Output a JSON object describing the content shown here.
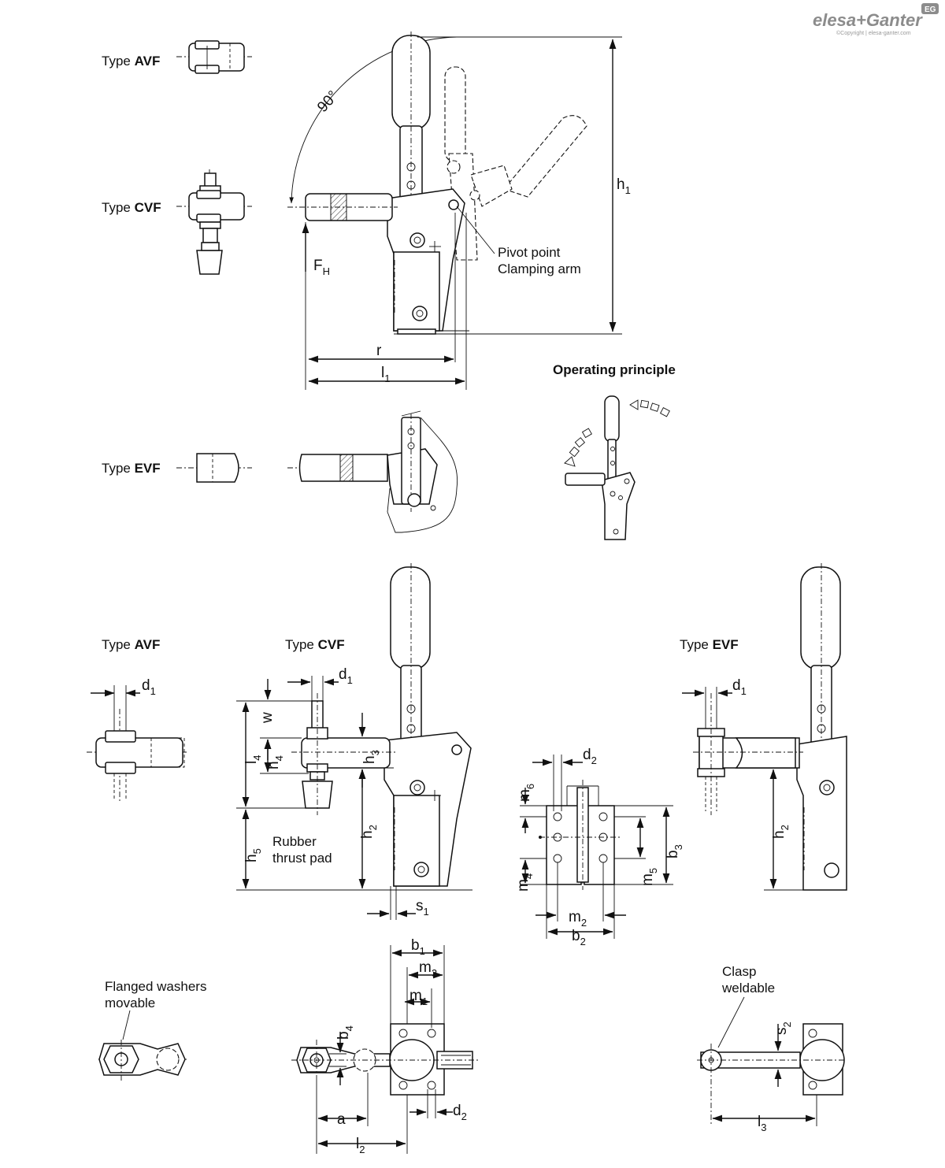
{
  "brand": {
    "logo_text": "elesa+Ganter",
    "badge": "EG",
    "copyright": "©Copyright | elesa-ganter.com"
  },
  "labels": {
    "type_word": "Type",
    "avf": "AVF",
    "cvf": "CVF",
    "evf": "EVF",
    "operating_principle": "Operating principle",
    "pivot_line1": "Pivot point",
    "pivot_line2": "Clamping arm",
    "rubber_line1": "Rubber",
    "rubber_line2": "thrust pad",
    "flanged_line1": "Flanged washers",
    "flanged_line2": "movable",
    "clasp_line1": "Clasp",
    "clasp_line2": "weldable",
    "angle": "90°"
  },
  "dims": {
    "h": "h",
    "l": "l",
    "r": "r",
    "F": "F",
    "H": "H",
    "d": "d",
    "w": "w",
    "s": "s",
    "m": "m",
    "b": "b",
    "a": "a",
    "n1": "1",
    "n2": "2",
    "n3": "3",
    "n4": "4",
    "n5": "5",
    "n6": "6"
  }
}
